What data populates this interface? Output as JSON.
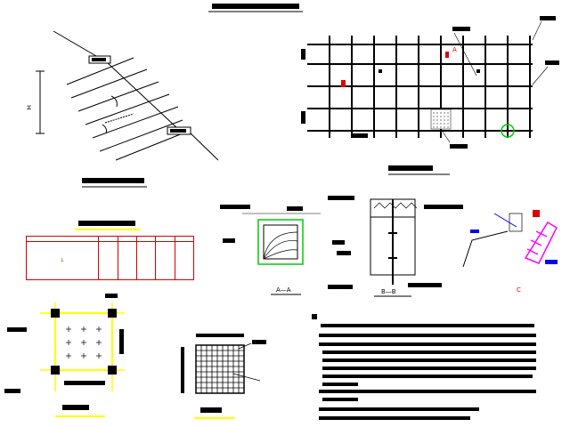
{
  "drawing": {
    "top_title": "",
    "table": {
      "row1": [
        "",
        "",
        "",
        "",
        "",
        ""
      ],
      "row2": [
        "L",
        "",
        "",
        "",
        "",
        ""
      ]
    },
    "notes_title": "",
    "labels": {
      "section_a": "A—A",
      "section_b": "B—B",
      "detail_c": "C",
      "elev_1": "",
      "elev_2": "",
      "pt_a": "A",
      "pt_b": "",
      "dim_1": "",
      "dim_2": ""
    },
    "colors": {
      "red": "#e00000",
      "yellow": "#ffff00",
      "green": "#00cc00",
      "magenta": "#ff00ff",
      "blue": "#0000ff"
    }
  }
}
